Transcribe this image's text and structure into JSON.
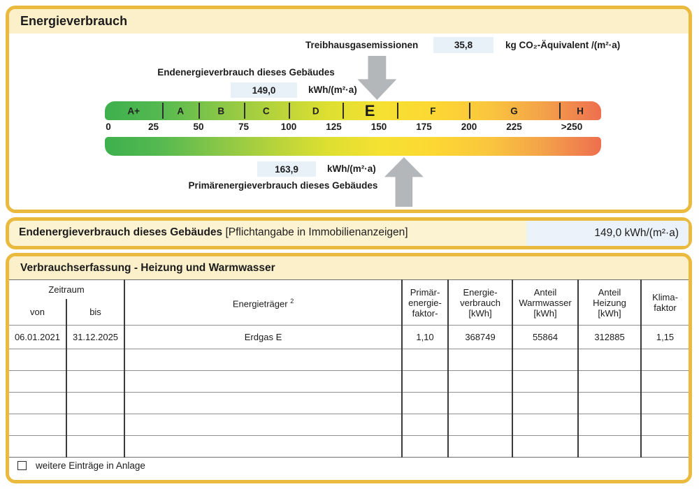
{
  "energy_section": {
    "title": "Energieverbrauch",
    "ghg": {
      "label": "Treibhausgasemissionen",
      "value": "35,8",
      "unit": "kg CO₂-Äquivalent /(m²·a)"
    },
    "end_energy": {
      "label": "Endenergieverbrauch dieses Gebäudes",
      "value": "149,0",
      "unit": "kWh/(m²·a)",
      "numeric": 149.0
    },
    "primary_energy": {
      "label": "Primärenergieverbrauch dieses Gebäudes",
      "value": "163,9",
      "unit": "kWh/(m²·a)",
      "numeric": 163.9
    },
    "scale": {
      "ticks": [
        {
          "value": 0,
          "label": "0"
        },
        {
          "value": 25,
          "label": "25"
        },
        {
          "value": 50,
          "label": "50"
        },
        {
          "value": 75,
          "label": "75"
        },
        {
          "value": 100,
          "label": "100"
        },
        {
          "value": 125,
          "label": "125"
        },
        {
          "value": 150,
          "label": "150"
        },
        {
          "value": 175,
          "label": "175"
        },
        {
          "value": 200,
          "label": "200"
        },
        {
          "value": 225,
          "label": "225"
        },
        {
          "value": 250,
          "label": ">250",
          "offset": 18
        }
      ],
      "classes": [
        {
          "label": "A+",
          "upper": 30
        },
        {
          "label": "A",
          "upper": 50
        },
        {
          "label": "B",
          "upper": 75
        },
        {
          "label": "C",
          "upper": 100
        },
        {
          "label": "D",
          "upper": 130
        },
        {
          "label": "E",
          "upper": 160,
          "current": true
        },
        {
          "label": "F",
          "upper": 200
        },
        {
          "label": "G",
          "upper": 250
        },
        {
          "label": "H",
          "upper": null
        }
      ],
      "gradient_colors": [
        "#3db04d",
        "#55b950",
        "#85c648",
        "#b3d23c",
        "#dcdf31",
        "#f5e132",
        "#fdd733",
        "#f9c53e",
        "#f3a04a",
        "#ee6f4f"
      ]
    }
  },
  "strip": {
    "label": "Endenergieverbrauch dieses Gebäudes",
    "bracket": "[Pflichtangabe in Immobilienanzeigen]",
    "value": "149,0 kWh/(m²·a)"
  },
  "table_section": {
    "title": "Verbrauchserfassung - Heizung und Warmwasser",
    "header": {
      "zeitraum": "Zeitraum",
      "von": "von",
      "bis": "bis",
      "energietraeger": "Energieträger",
      "energietraeger_sup": "2",
      "pef": [
        "Primär-",
        "energie-",
        "faktor-"
      ],
      "verbrauch": [
        "Energie-",
        "verbrauch",
        "[kWh]"
      ],
      "warmwasser": [
        "Anteil",
        "Warmwasser",
        "[kWh]"
      ],
      "heizung": [
        "Anteil",
        "Heizung",
        "[kWh]"
      ],
      "klima": [
        "Klima-",
        "faktor"
      ]
    },
    "rows": [
      [
        "06.01.2021",
        "31.12.2025",
        "Erdgas E",
        "1,10",
        "368749",
        "55864",
        "312885",
        "1,15"
      ]
    ],
    "empty_rows": 5,
    "footer_note": "weitere Einträge in Anlage"
  }
}
